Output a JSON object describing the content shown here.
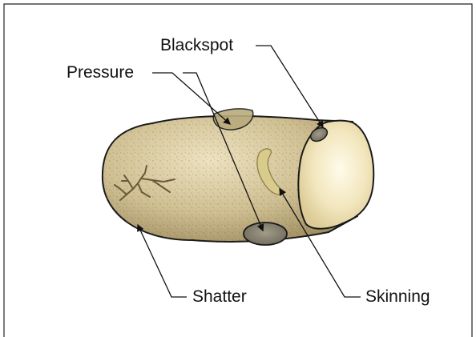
{
  "labels": {
    "blackspot": "Blackspot",
    "pressure": "Pressure",
    "shatter": "Shatter",
    "skinning": "Skinning"
  },
  "colors": {
    "frame": "#222222",
    "skin_light": "#d8c9a0",
    "skin_dark": "#9c8a5c",
    "cut_face_light": "#fff6d8",
    "cut_face_dark": "#e7d9a8",
    "bruise": "#8e8776",
    "skinning_patch": "#d9cb8c",
    "shatter_crack": "#6b5a3a",
    "leader_line": "#111111"
  }
}
